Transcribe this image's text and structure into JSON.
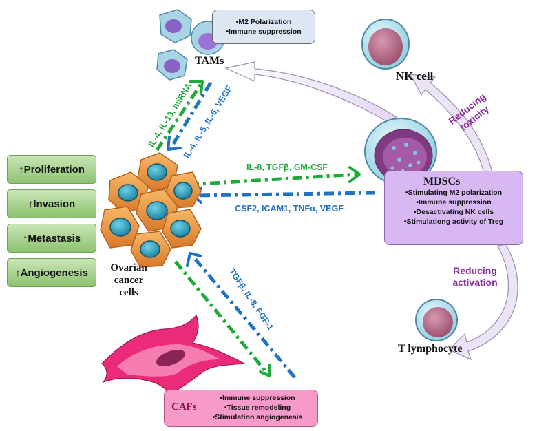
{
  "outcomes": [
    "↑Proliferation",
    "↑Invasion",
    "↑Metastasis",
    "↑Angiogenesis"
  ],
  "tams": {
    "title": "TAMs",
    "bullets": [
      "M2 Polarization",
      "Immune suppression"
    ]
  },
  "nk": {
    "title": "NK cell"
  },
  "mdsc": {
    "title": "MDSCs",
    "bullets": [
      "Stimulating M2 polarization",
      "Immune suppression",
      "Desactivating NK cells",
      "Stimulationg activity of Treg"
    ]
  },
  "tcell": {
    "title": "T lymphocyte"
  },
  "caf": {
    "title": "CAFs",
    "bullets": [
      "Immune suppression",
      "Tissue remodeling",
      "Stimulation angiogenesis"
    ]
  },
  "ovarian": {
    "line1": "Ovarian",
    "line2": "cancer",
    "line3": "cells"
  },
  "signals": {
    "to_tam": "IL-4, IL-13, miRNA",
    "from_tam": "IL-4, IL-5, IL-6, VEGF",
    "to_mdsc": "IL-8, TGFβ, GM-CSF",
    "from_mdsc": "CSF2, ICAM1, TNFα, VEGF",
    "caf": "TGFβ, IL-8, FGF-1"
  },
  "effects": {
    "nk": [
      "Reducing",
      "toxicity"
    ],
    "tcell": [
      "Reducing",
      "activation"
    ]
  },
  "colors": {
    "green": "#1faa3a",
    "blue": "#1f73c0",
    "purple": "#8a2d9c",
    "mdsc_box": "#d7b8f3",
    "caf_box": "#f59ac9",
    "tam_box": "#dde6f3",
    "outcome_box": "#9ccc83"
  }
}
